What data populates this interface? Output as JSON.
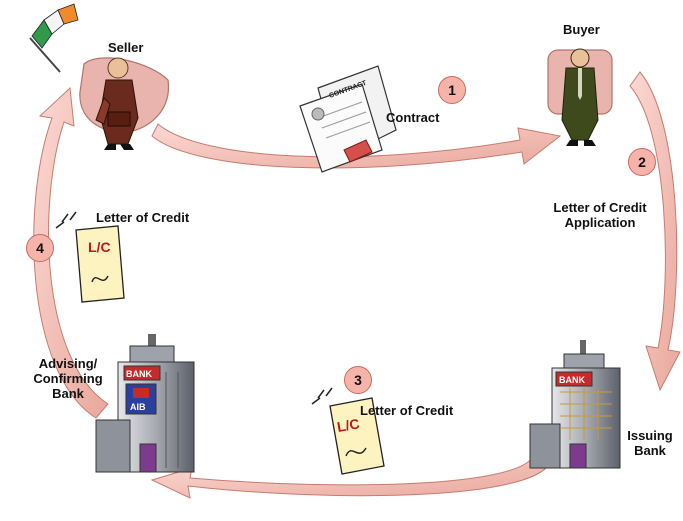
{
  "labels": {
    "seller": "Seller",
    "buyer": "Buyer",
    "contract": "Contract",
    "loc_application": "Letter of Credit Application",
    "letter_of_credit_1": "Letter of Credit",
    "letter_of_credit_2": "Letter of Credit",
    "advising_bank": "Advising/ Confirming Bank",
    "issuing_bank": "Issuing Bank"
  },
  "steps": [
    "1",
    "2",
    "3",
    "4"
  ],
  "doc_text": {
    "contract": "CONTRACT",
    "lc": "L/C",
    "bank": "BANK",
    "aib": "AIB"
  },
  "colors": {
    "arrow_fill": "#f6c3bb",
    "arrow_stroke": "#c77b70",
    "step_circle": "#f6b3aa",
    "lc_paper": "#fdf3c0",
    "lc_text": "#c0161d"
  }
}
